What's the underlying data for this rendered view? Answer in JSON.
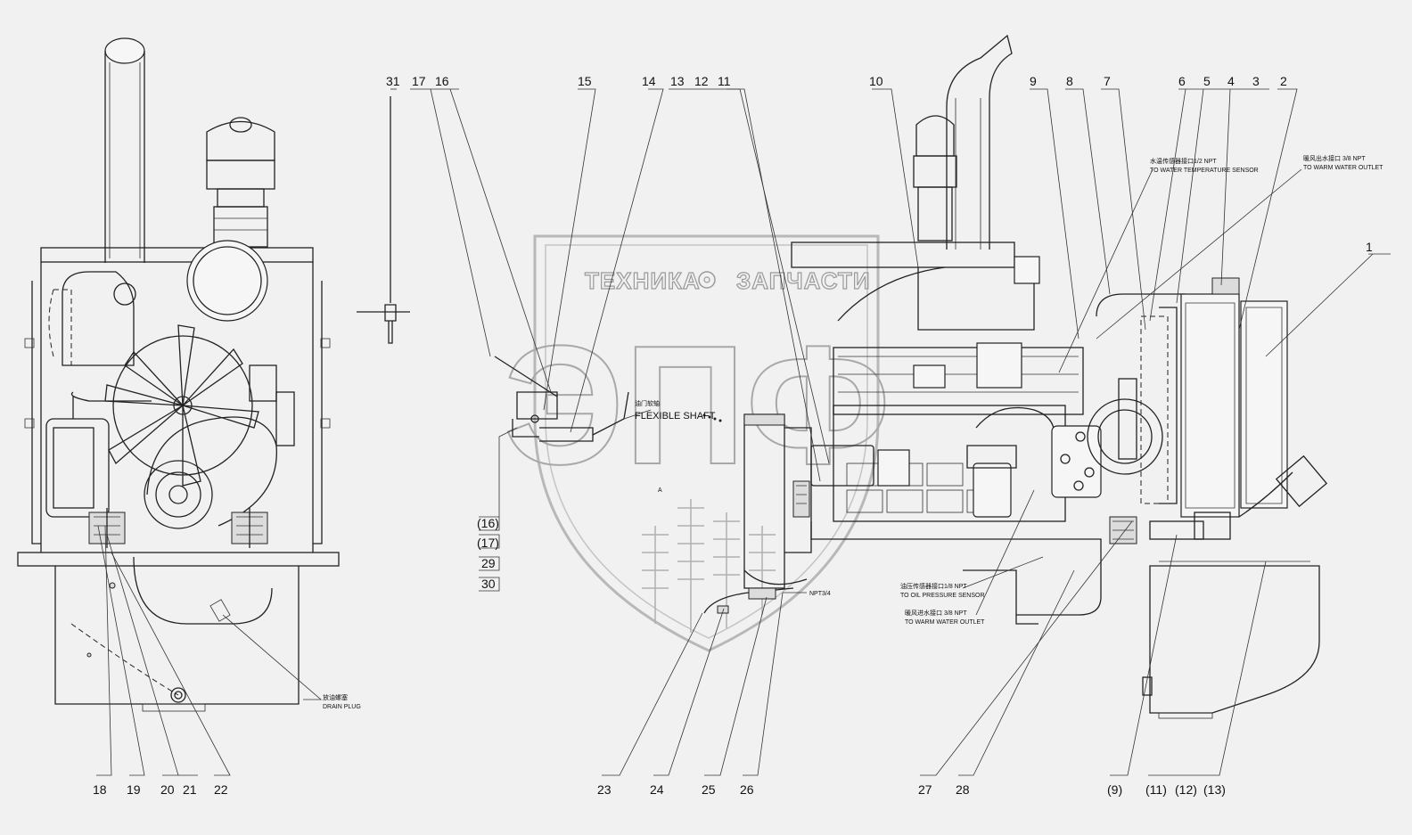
{
  "callouts": {
    "c1": "1",
    "c2": "2",
    "c3": "3",
    "c4": "4",
    "c5": "5",
    "c6": "6",
    "c7": "7",
    "c8": "8",
    "c9": "9",
    "c10": "10",
    "c11": "11",
    "c12": "12",
    "c13": "13",
    "c14": "14",
    "c15": "15",
    "c16": "16",
    "c17": "17",
    "c18": "18",
    "c19": "19",
    "c20": "20",
    "c21": "21",
    "c22": "22",
    "c23": "23",
    "c24": "24",
    "c25": "25",
    "c26": "26",
    "c27": "27",
    "c28": "28",
    "c31": "31"
  },
  "ref_callouts": {
    "r16": "(16)",
    "r17": "(17)",
    "r29": "29",
    "r30": "30",
    "r9": "(9)",
    "r11": "(11)",
    "r12": "(12)",
    "r13": "(13)"
  },
  "notes": {
    "water_temp_cn": "水温传感器接口1/2 NPT",
    "water_temp_en": "TO WATER TEMPERATURE SENSOR",
    "warm_water_top_cn": "暖风出水接口 3/8 NPT",
    "warm_water_top_en": "TO WARM WATER OUTLET",
    "flexible_shaft_cn": "油门软轴",
    "flexible_shaft_en": "FLEXIBLE SHAFT",
    "oil_pressure_cn": "油压传感器接口1/8 NPT",
    "oil_pressure_en": "TO OIL PRESSURE SENSOR",
    "warm_water_bottom_cn": "暖风进水接口 3/8 NPT",
    "warm_water_bottom_en": "TO WARM WATER OUTLET",
    "drain_plug_cn": "放油螺塞",
    "drain_plug_en": "DRAIN PLUG",
    "npt": "NPT3/4",
    "view_a": "A"
  },
  "watermark": {
    "line1_left": "ТЕХНИКА",
    "line1_right": "ЗАПЧАСТИ",
    "big_letters": "ЭПФ"
  }
}
